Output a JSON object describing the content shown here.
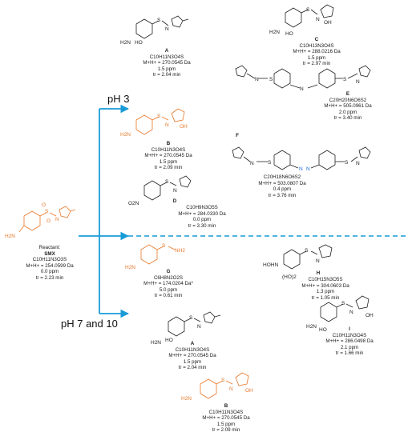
{
  "conditions": {
    "ph_acid": "pH 3",
    "ph_neutral_basic": "pH 7 and 10"
  },
  "colors": {
    "arrow": "#1a9bd7",
    "highlight": "#e8782a",
    "ink": "#222222"
  },
  "atoms": {
    "amine": "H2N",
    "hydroxy": "HO",
    "oh": "OH",
    "sulfur": "S",
    "oxygen": "O",
    "nitrogen": "N",
    "nh": "H",
    "nitro": "O2N",
    "hydroxylamine": "HOHN",
    "dihydroxy": "(HO)2",
    "sulfonamide_nh2": "NH2"
  },
  "reactant": {
    "caption": "Reactant:",
    "label": "SMX",
    "formula": "C10H11N3O3S",
    "mass": "M+H+ = 254.0599 Da",
    "error": "0.0 ppm",
    "rt": "tr = 2.23 min"
  },
  "products": {
    "A_top": {
      "label": "A",
      "formula": "C10H11N3O4S",
      "mass": "M+H+ = 270.0545 Da",
      "error": "1.5 ppm",
      "rt": "tr = 2.04 min"
    },
    "B_top": {
      "label": "B",
      "formula": "C10H11N3O4S",
      "mass": "M+H+ = 270.0545 Da",
      "error": "1.5 ppm",
      "rt": "tr = 2.09 min"
    },
    "C": {
      "label": "C",
      "formula": "C10H13N3O4S",
      "mass": "M+H+ = 288.0216 Da",
      "error": "1.5 ppm",
      "rt": "tr = 2.97 min"
    },
    "D": {
      "label": "D",
      "formula": "C10H9N3O5S",
      "mass": "M+H+ = 284.0330 Da",
      "error": "0.0 ppm",
      "rt": "tr = 3.30 min"
    },
    "E": {
      "label": "E",
      "formula": "C20H20N6O6S2",
      "mass": "M+H+ = 505.0961 Da",
      "error": "2.0 ppm",
      "rt": "tr = 3.40 min"
    },
    "F": {
      "label": "F",
      "formula": "C20H18N6O6S2",
      "mass": "M+H+ = 503.0807 Da",
      "error": "0.4 ppm",
      "rt": "tr = 3.76 min"
    },
    "G": {
      "label": "G",
      "formula": "C6H8N2O2S",
      "mass": "M+H+ = 174.0204 Da*",
      "error": "5.0 ppm",
      "rt": "tr = 0.61 min"
    },
    "H": {
      "label": "H",
      "formula": "C10H15N3O5S",
      "mass": "M+H+ = 304.0603 Da",
      "error": "1.3 ppm",
      "rt": "tr = 1.05 min"
    },
    "A_bottom": {
      "label": "A",
      "formula": "C10H11N3O4S",
      "mass": "M+H+ = 270.0545 Da",
      "error": "1.5 ppm",
      "rt": "tr = 2.04 min"
    },
    "I": {
      "label": "I",
      "formula": "C10H11N3O4S",
      "mass": "M+H+ = 286.0498 Da",
      "error": "2.1 ppm",
      "rt": "tr = 1.66 min"
    },
    "B_bottom": {
      "label": "B",
      "formula": "C10H11N3O4S",
      "mass": "M+H+ = 270.0545 Da",
      "error": "1.5 ppm",
      "rt": "tr = 2.09 min"
    }
  }
}
